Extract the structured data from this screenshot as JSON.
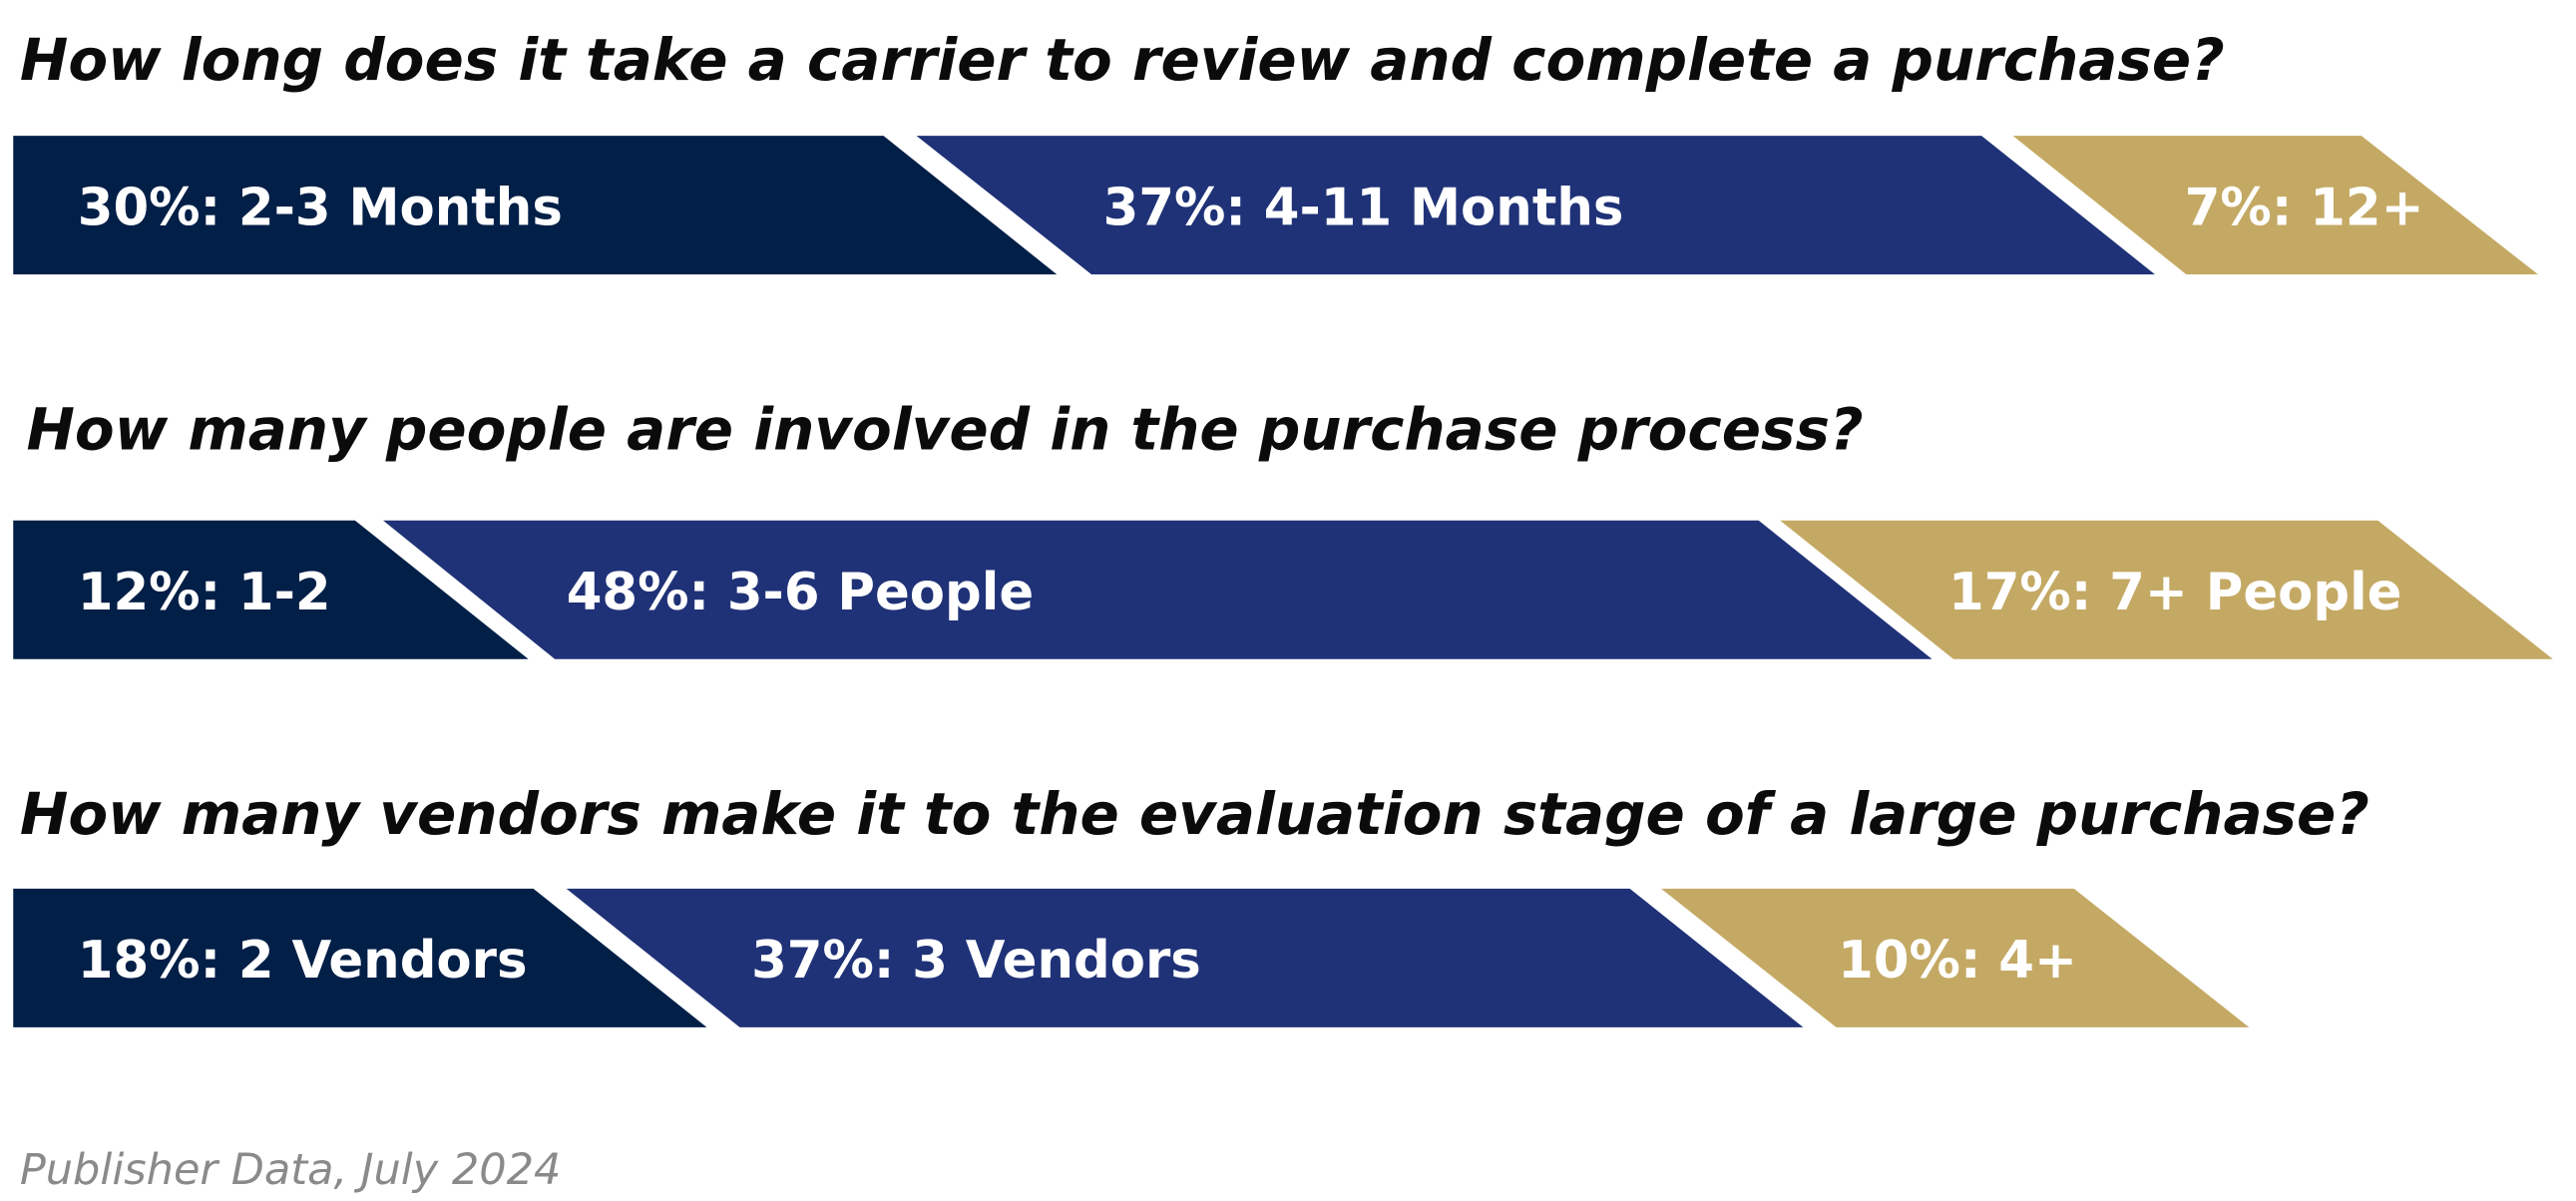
{
  "colors": {
    "dark": "#021f47",
    "blue": "#1f3277",
    "gold": "#c4a964"
  },
  "chart_data": [
    {
      "type": "bar",
      "title": "How long does it take a carrier to review and complete a purchase?",
      "categories": [
        "2-3 Months",
        "4-11 Months",
        "12+"
      ],
      "values": [
        30,
        37,
        7
      ],
      "labels": [
        "30%: 2-3 Months",
        "37%: 4-11 Months",
        "7%: 12+"
      ]
    },
    {
      "type": "bar",
      "title": "How many people are involved in the purchase process?",
      "categories": [
        "1-2",
        "3-6 People",
        "7+ People"
      ],
      "values": [
        12,
        48,
        17
      ],
      "labels": [
        "12%: 1-2",
        "48%: 3-6 People",
        "17%: 7+ People"
      ]
    },
    {
      "type": "bar",
      "title": "How many vendors make it to the evaluation stage of a large purchase?",
      "categories": [
        "2 Vendors",
        "3 Vendors",
        "4+"
      ],
      "values": [
        18,
        37,
        10
      ],
      "labels": [
        "18%: 2 Vendors",
        "37%: 3 Vendors",
        "10%: 4+"
      ]
    }
  ],
  "footer": "Publisher Data, July 2024"
}
